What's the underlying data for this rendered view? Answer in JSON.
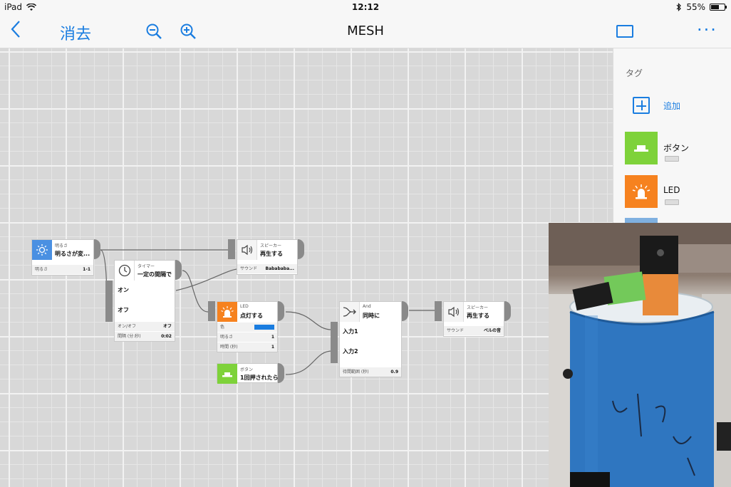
{
  "status_bar": {
    "device": "iPad",
    "time": "12:12",
    "battery_text": "55%",
    "icons": [
      "wifi-icon",
      "bluetooth-icon",
      "battery-icon"
    ]
  },
  "nav": {
    "back_icon": "chevron-left-icon",
    "clear_label": "消去",
    "zoom_out_icon": "zoom-out-icon",
    "zoom_in_icon": "zoom-in-icon",
    "title": "MESH",
    "panel_icon": "panel-toggle-icon",
    "more_icon": "more-icon",
    "more_glyph": "···"
  },
  "panel": {
    "title": "タグ",
    "add_label": "追加",
    "tags": [
      {
        "name": "ボタン",
        "color": "#7ed23a",
        "icon": "button-tag-icon"
      },
      {
        "name": "LED",
        "color": "#f6821f",
        "icon": "led-tag-icon"
      }
    ]
  },
  "blocks": {
    "brightness": {
      "category": "明るさ",
      "action": "明るさが変...",
      "prop_label": "明るさ",
      "prop_value": "1-1",
      "icon": "brightness-icon",
      "color": "#4a90e2"
    },
    "timer": {
      "category": "タイマー",
      "action": "一定の間隔で",
      "port_on": "オン",
      "port_off": "オフ",
      "prop1_label": "オン/オフ",
      "prop1_value": "オフ",
      "prop2_label": "間隔 (分:秒)",
      "prop2_value": "0:02",
      "icon": "clock-icon"
    },
    "speaker1": {
      "category": "スピーカー",
      "action": "再生する",
      "prop_label": "サウンド",
      "prop_value": "Babababa...",
      "icon": "speaker-icon"
    },
    "led": {
      "category": "LED",
      "action": "点灯する",
      "prop1_label": "色",
      "prop2_label": "明るさ",
      "prop2_value": "1",
      "prop3_label": "時間 (秒)",
      "prop3_value": "1",
      "icon": "led-icon",
      "color": "#f6821f",
      "swatch_color": "#1a7de0"
    },
    "button": {
      "category": "ボタン",
      "action": "1回押されたら",
      "icon": "button-icon",
      "color": "#7ed23a"
    },
    "and": {
      "category": "And",
      "action": "同時に",
      "port1": "入力1",
      "port2": "入力2",
      "prop_label": "待間範囲 (秒)",
      "prop_value": "0.9",
      "icon": "and-merge-icon"
    },
    "speaker2": {
      "category": "スピーカー",
      "action": "再生する",
      "prop_label": "サウンド",
      "prop_value": "ベルの音",
      "icon": "speaker-icon"
    }
  }
}
